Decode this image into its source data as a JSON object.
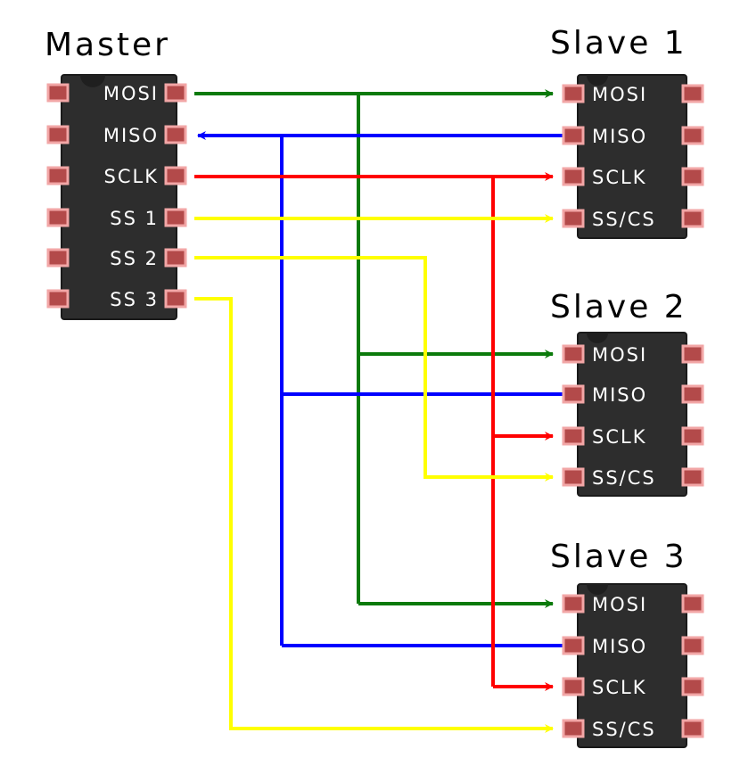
{
  "colors": {
    "background": "#ffffff",
    "chip_body": "#2d2d2d",
    "chip_edge": "#1a1a1a",
    "pin_fill": "#b34a4a",
    "pin_glow": "#f2a6a6",
    "mosi": "#0b7a0b",
    "miso": "#0000ff",
    "sclk": "#ff0000",
    "ss": "#ffff00"
  },
  "master": {
    "title": "Master",
    "pins": [
      "MOSI",
      "MISO",
      "SCLK",
      "SS 1",
      "SS 2",
      "SS 3"
    ]
  },
  "slaves": [
    {
      "title": "Slave 1",
      "pins": [
        "MOSI",
        "MISO",
        "SCLK",
        "SS/CS"
      ]
    },
    {
      "title": "Slave 2",
      "pins": [
        "MOSI",
        "MISO",
        "SCLK",
        "SS/CS"
      ]
    },
    {
      "title": "Slave 3",
      "pins": [
        "MOSI",
        "MISO",
        "SCLK",
        "SS/CS"
      ]
    }
  ]
}
